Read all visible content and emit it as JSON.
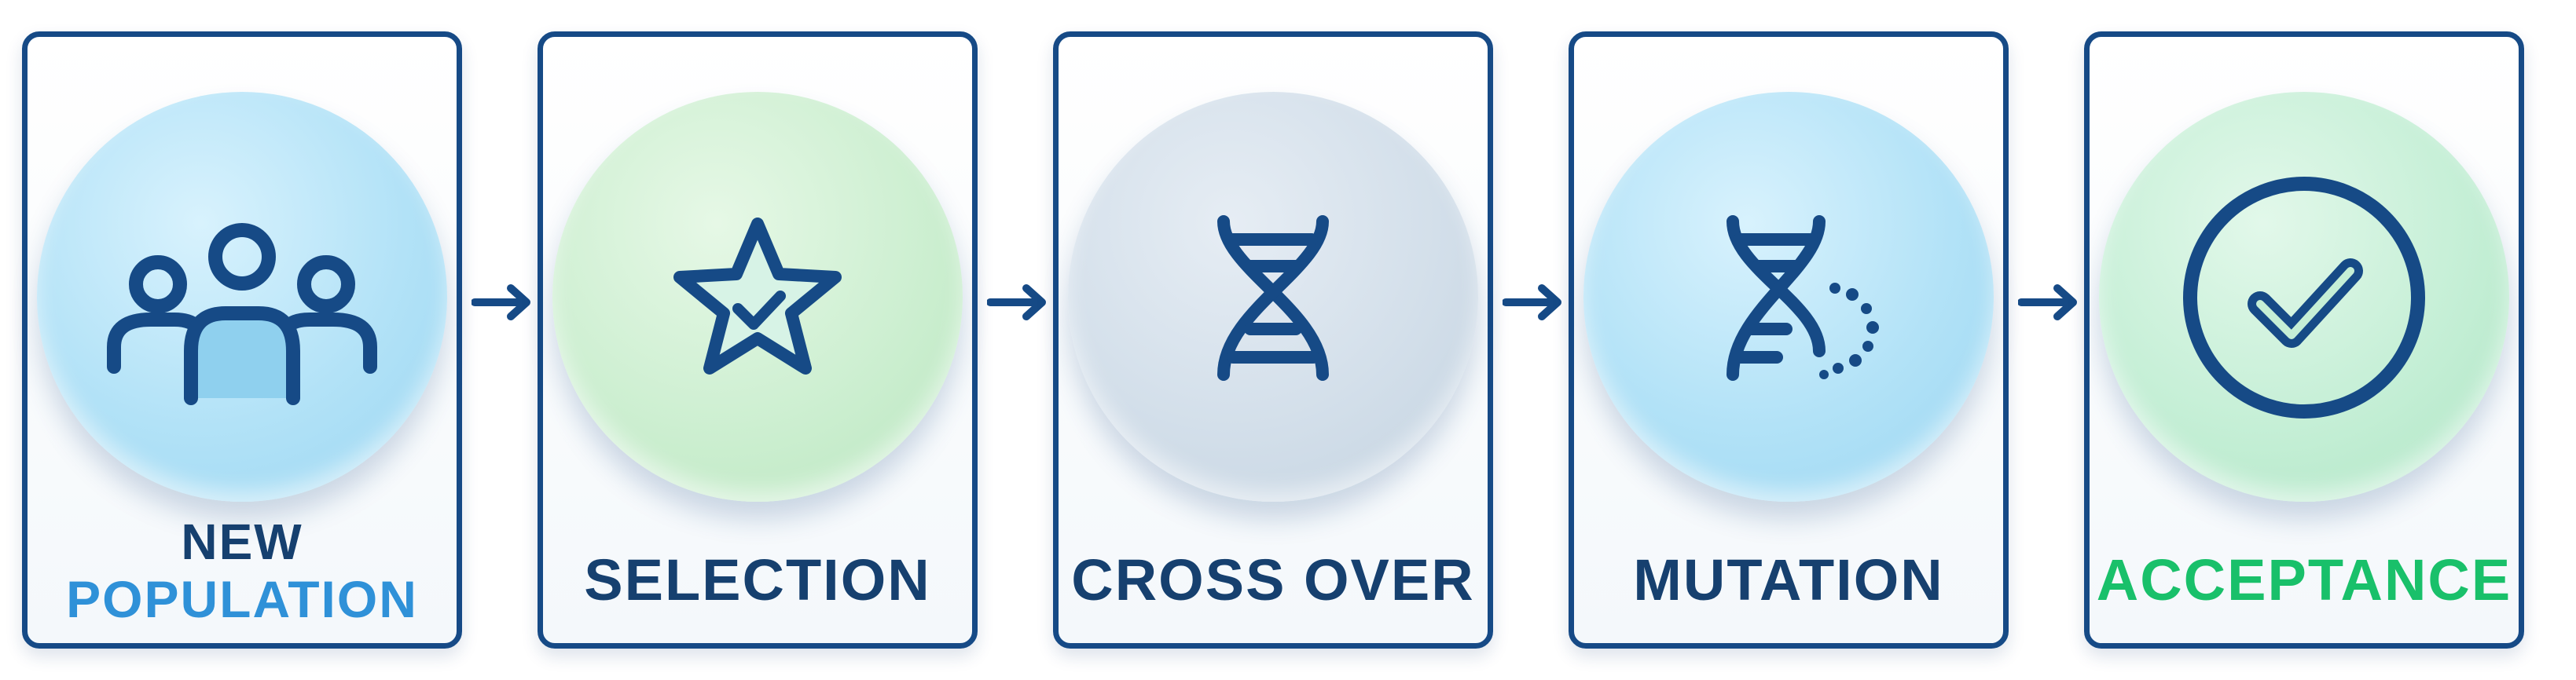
{
  "steps": [
    {
      "id": "new-population",
      "label_line1": "NEW",
      "label_line2": "POPULATION",
      "icon": "people-group-icon"
    },
    {
      "id": "selection",
      "label": "SELECTION",
      "icon": "star-check-icon"
    },
    {
      "id": "cross-over",
      "label": "CROSS OVER",
      "icon": "dna-icon"
    },
    {
      "id": "mutation",
      "label": "MUTATION",
      "icon": "dna-mutation-icon"
    },
    {
      "id": "acceptance",
      "label": "ACCEPTANCE",
      "icon": "check-circle-icon"
    }
  ],
  "colors": {
    "border": "#164a86",
    "icon_stroke": "#164a86",
    "label_dark": "#16406f",
    "label_light_blue": "#2f91d8",
    "label_green": "#19c06a",
    "arrow": "#164a86"
  }
}
